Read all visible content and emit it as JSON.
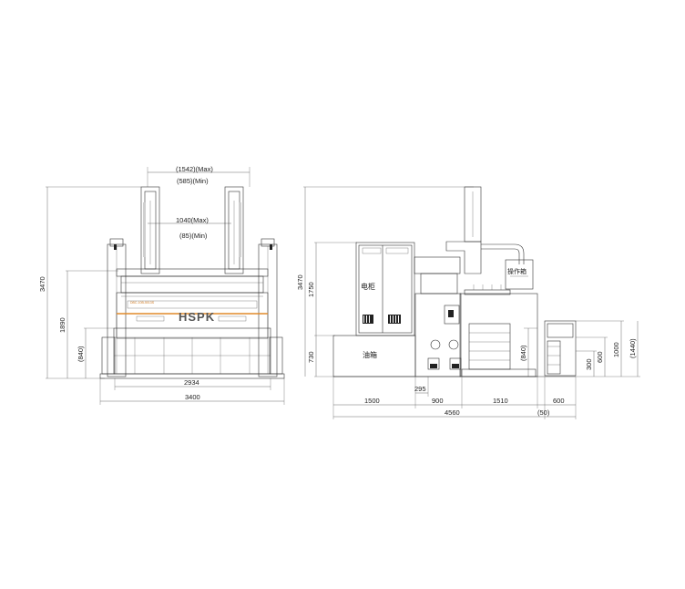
{
  "front_view": {
    "dims": {
      "top_range_max": "(1542)(Max)",
      "top_range_min": "(585)(Min)",
      "inner_range_max": "1040(Max)",
      "inner_range_min": "(85)(Min)",
      "total_height": "3470",
      "table_height": "1890",
      "base_height": "(840)",
      "inner_width": "2934",
      "total_width": "3400"
    },
    "brand_logo": "HSPK",
    "brand_small": "DBC-10B-5013S"
  },
  "side_view": {
    "labels": {
      "cabinet": "电柜",
      "oil_tank": "油箱",
      "op_box": "操作箱"
    },
    "dims": {
      "total_height": "3470",
      "cabinet_height": "1750",
      "tank_height": "730",
      "mid_height": "(840)",
      "right_1000": "1000",
      "right_1440": "(1440)",
      "right_600": "600",
      "right_300": "300",
      "w_1500": "1500",
      "w_295": "295",
      "w_900": "900",
      "w_1510": "1510",
      "w_600": "600",
      "w_4560": "4560",
      "w_50": "(50)"
    }
  },
  "colors": {
    "accent": "#e08a2a",
    "line": "#333333"
  }
}
